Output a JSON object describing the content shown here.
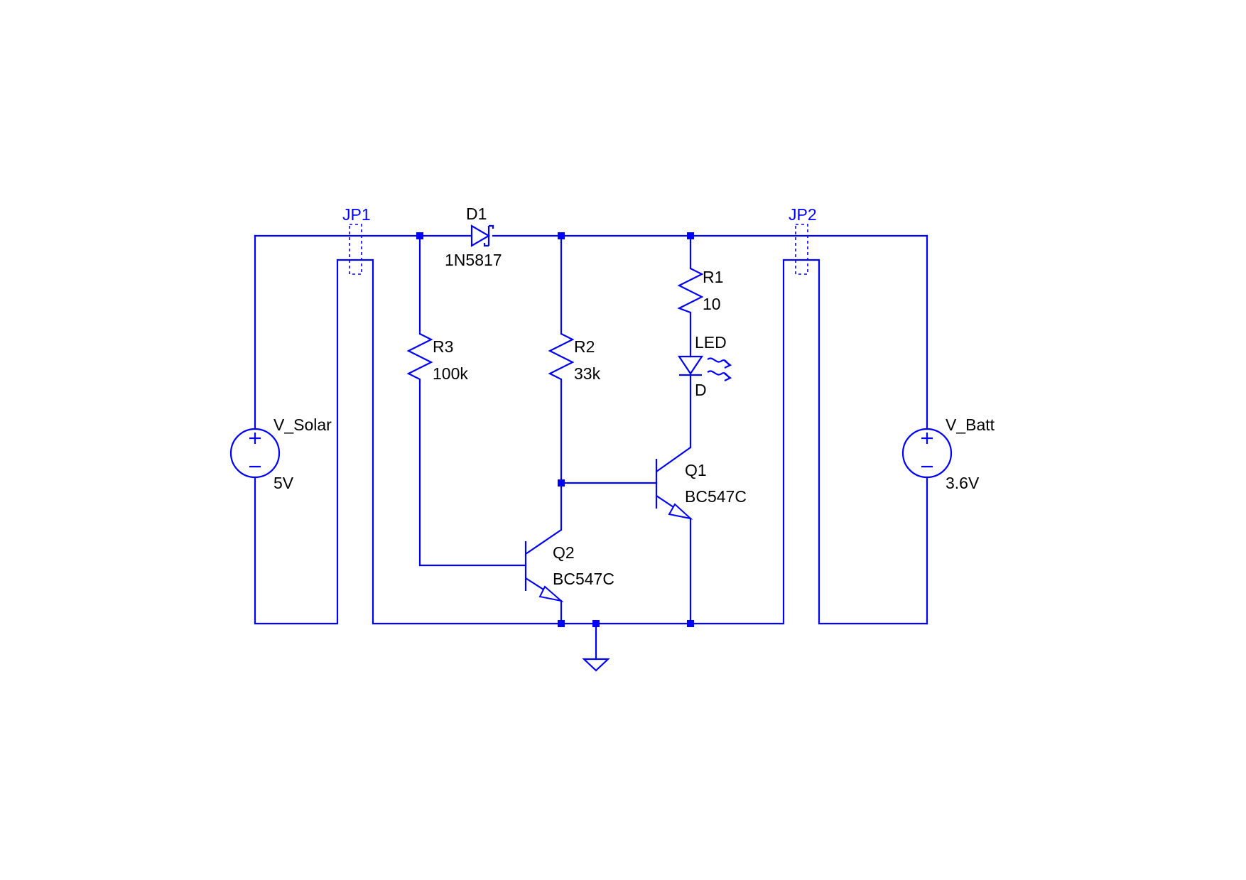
{
  "components": {
    "v_solar": {
      "name": "V_Solar",
      "value": "5V"
    },
    "v_batt": {
      "name": "V_Batt",
      "value": "3.6V"
    },
    "jp1": {
      "name": "JP1"
    },
    "jp2": {
      "name": "JP2"
    },
    "d1": {
      "name": "D1",
      "value": "1N5817"
    },
    "r1": {
      "name": "R1",
      "value": "10"
    },
    "r2": {
      "name": "R2",
      "value": "33k"
    },
    "r3": {
      "name": "R3",
      "value": "100k"
    },
    "led": {
      "name": "LED",
      "value": "D"
    },
    "q1": {
      "name": "Q1",
      "value": "BC547C"
    },
    "q2": {
      "name": "Q2",
      "value": "BC547C"
    }
  },
  "colors": {
    "wire": "#0000ff",
    "text": "#000000",
    "jumper_label": "#0000ff",
    "background": "#ffffff"
  }
}
